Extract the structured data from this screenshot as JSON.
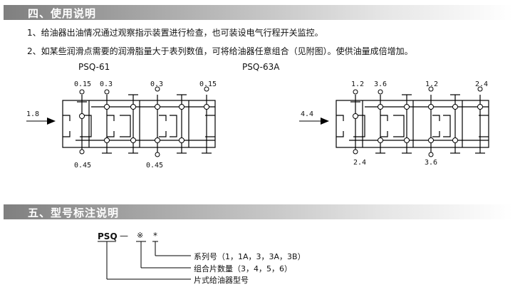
{
  "section4": {
    "title": "四、使用说明",
    "line1": "1、给油器出油情况通过观察指示装置进行检查，也可装设电气行程开关监控。",
    "line2": "2、如某些润滑点需要的润滑脂量大于表列数值，可将给油器任意组合（见附图）。使供油量成倍增加。"
  },
  "diagram1": {
    "title": "PSQ-61",
    "input": "1.8",
    "top": [
      "0.15",
      "0.3",
      "0.3",
      "0.15"
    ],
    "bottom": [
      "0.45",
      "0.45"
    ]
  },
  "diagram2": {
    "title": "PSQ-63A",
    "input": "4.4",
    "top": [
      "1.2",
      "3.6",
      "1.2",
      "2.4"
    ],
    "bottom": [
      "2.4",
      "3.6"
    ]
  },
  "section5": {
    "title": "五、型号标注说明",
    "code": {
      "prefix": "PSQ",
      "dash": "—",
      "mark1": "※",
      "mark2": "*"
    },
    "legend": [
      "系列号（1，1A，3，3A，3B）",
      "组合片数量（3，4，5，6）",
      "片式给油器型号"
    ]
  }
}
